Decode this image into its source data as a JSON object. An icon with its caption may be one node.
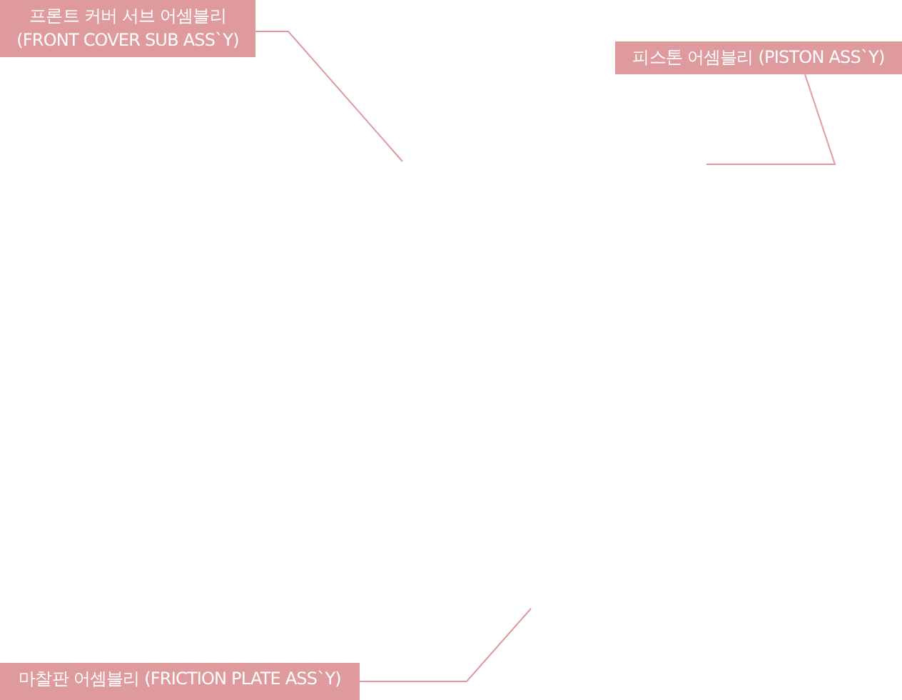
{
  "diagram": {
    "nodes": [
      {
        "text": [
          "프론트 커버 서브 어셈블리 (FRONT COVER SUB ASS`Y)"
        ]
      },
      {
        "text": [
          "피스톤 어셈블리 (PISTON ASS`Y)"
        ]
      },
      {
        "text": [
          "마찰판 어셈블리 (FRICTION PLATE ASS`Y)"
        ]
      }
    ],
    "edges": [
      {
        "from": 0,
        "to": null,
        "arrow": "none"
      },
      {
        "from": 1,
        "to": null,
        "arrow": "none"
      },
      {
        "from": 2,
        "to": null,
        "arrow": "none"
      }
    ]
  }
}
